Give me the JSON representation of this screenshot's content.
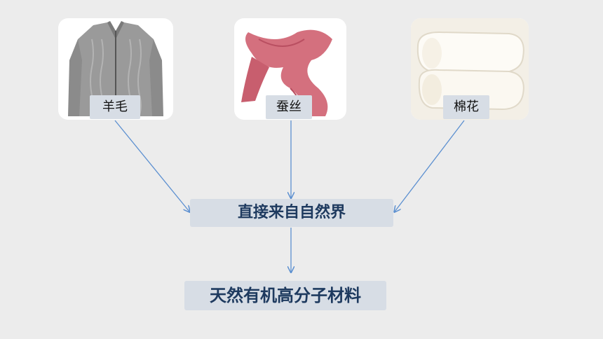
{
  "materials": [
    {
      "label": "羊毛",
      "icon": "sweater-image"
    },
    {
      "label": "蚕丝",
      "icon": "silk-scarf-image"
    },
    {
      "label": "棉花",
      "icon": "cotton-quilt-image"
    }
  ],
  "source_box": "直接来自自然界",
  "result_box": "天然有机高分子材料",
  "colors": {
    "background": "#ececec",
    "box_fill": "#d7dde5",
    "box_text": "#1e3a5f",
    "arrow": "#5b8fd0"
  }
}
